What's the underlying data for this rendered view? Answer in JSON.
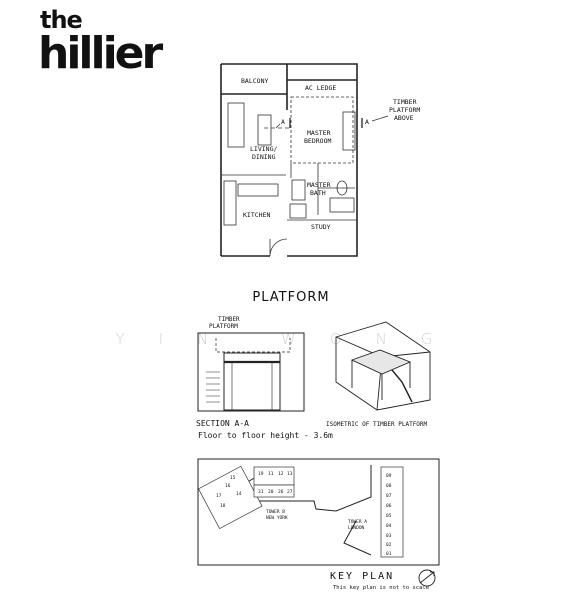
{
  "brand": {
    "line1": "the",
    "line2": "hillier"
  },
  "floor_plan": {
    "balcony": "BALCONY",
    "ac_ledge": "AC LEDGE",
    "timber_platform_above": [
      "TIMBER",
      "PLATFORM",
      "ABOVE"
    ],
    "section_marker": "A",
    "master_bedroom": [
      "MASTER",
      "BEDROOM"
    ],
    "living_dining": [
      "LIVING/",
      "DINING"
    ],
    "master_bath": [
      "MASTER",
      "BATH"
    ],
    "kitchen": "KITCHEN",
    "study": "STUDY"
  },
  "platform": {
    "title": "PLATFORM",
    "watermark": "YIN WONG",
    "timber_platform_label": [
      "TIMBER",
      "PLATFORM"
    ],
    "section_label": "SECTION A-A",
    "isometric_label": "ISOMETRIC OF TIMBER PLATFORM",
    "floor_height": "Floor to floor height - 3.6m"
  },
  "key_plan": {
    "title": "KEY PLAN",
    "note": "This key plan is not to scale",
    "tower_b": [
      "TOWER B",
      "NEW YORK"
    ],
    "tower_a": [
      "TOWER A",
      "LONDON"
    ],
    "units_b_top": [
      "19",
      "11",
      "12",
      "13"
    ],
    "units_b_mid": [
      "31",
      "20",
      "26",
      "27"
    ],
    "units_b_left": [
      "15",
      "16",
      "17",
      "18",
      "14"
    ],
    "units_a": [
      "09",
      "08",
      "07",
      "06",
      "05",
      "04",
      "03",
      "02",
      "01"
    ]
  }
}
